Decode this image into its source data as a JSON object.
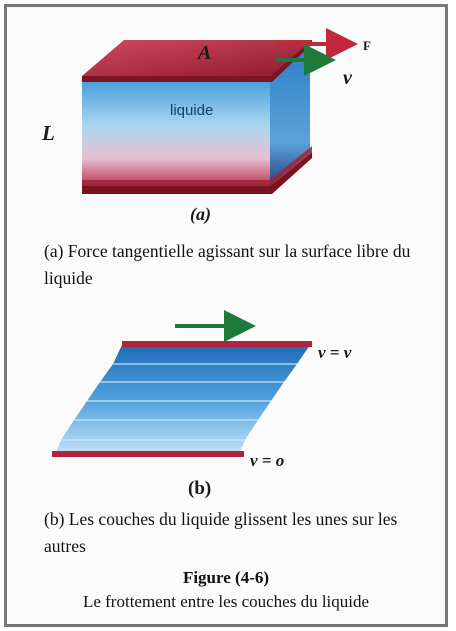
{
  "diagram_a": {
    "area_label": "A",
    "force_label": "F",
    "velocity_label": "v",
    "liquid_label": "liquide",
    "length_label": "L",
    "caption_tag": "(a)",
    "caption": "(a) Force tangentielle agissant sur la surface libre du liquide"
  },
  "diagram_b": {
    "top_label": "v = v",
    "bottom_label": "v = o",
    "caption_tag": "(b)",
    "caption": "(b) Les couches du liquide glissent les unes sur les autres"
  },
  "figure": {
    "number": "Figure (4-6)",
    "title": "Le frottement entre les couches du liquide"
  },
  "colors": {
    "plate": "#b0233a",
    "force_arrow": "#c0283c",
    "velocity_arrow": "#1e7a3a",
    "liquid": "#5aa8dc"
  }
}
